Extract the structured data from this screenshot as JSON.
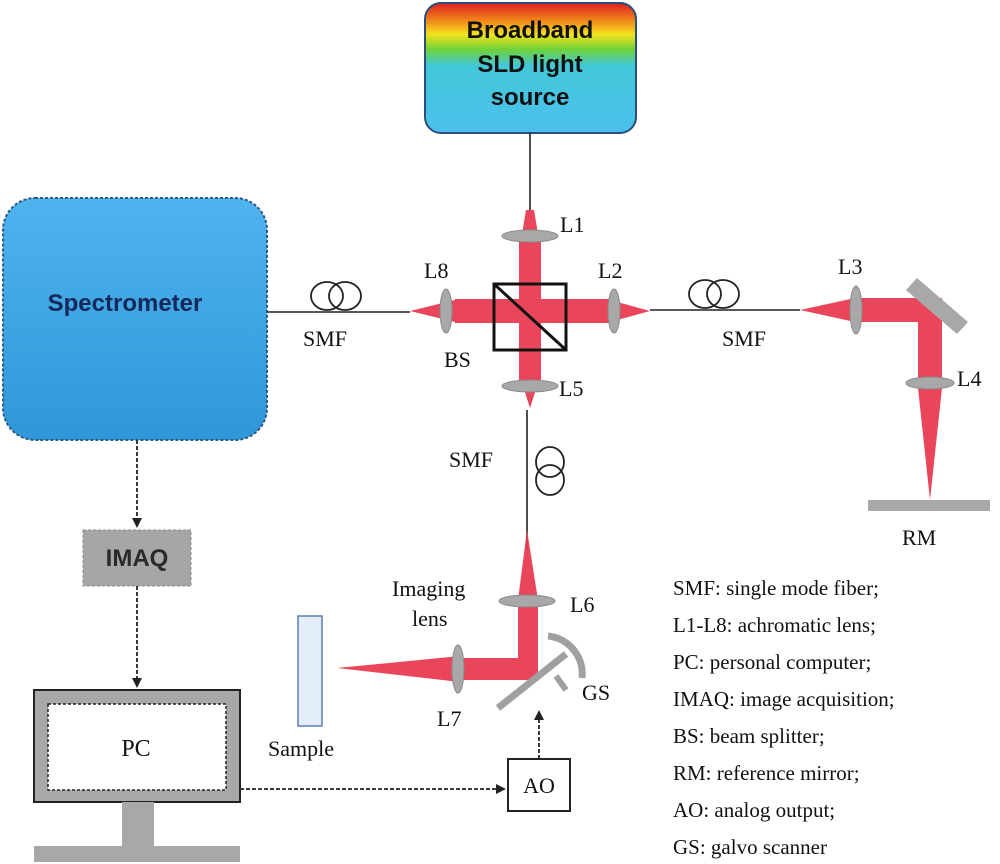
{
  "source": {
    "line1": "Broadband",
    "line2": "SLD light",
    "line3": "source"
  },
  "spectrometer": {
    "label": "Spectrometer"
  },
  "imaq": {
    "label": "IMAQ"
  },
  "pc": {
    "label": "PC"
  },
  "ao": {
    "label": "AO"
  },
  "sample": {
    "label": "Sample"
  },
  "labels": {
    "l1": "L1",
    "l2": "L2",
    "l3": "L3",
    "l4": "L4",
    "l5": "L5",
    "l6": "L6",
    "l7": "L7",
    "l8": "L8",
    "bs": "BS",
    "gs": "GS",
    "rm": "RM",
    "smf_left": "SMF",
    "smf_right": "SMF",
    "smf_down": "SMF",
    "imaging_lens_line1": "Imaging",
    "imaging_lens_line2": "lens"
  },
  "legend": [
    "SMF: single mode fiber;",
    "L1-L8: achromatic lens;",
    "PC: personal computer;",
    "IMAQ: image acquisition;",
    "BS: beam splitter;",
    "RM: reference mirror;",
    "AO: analog output;",
    "GS: galvo scanner"
  ],
  "colors": {
    "beam": "#e8374f",
    "box_blue": "#3fa9e6",
    "lens_gray": "#a8a8a8",
    "sample_fill": "#e4eefb",
    "imaq_gray": "#a6a6a6"
  }
}
